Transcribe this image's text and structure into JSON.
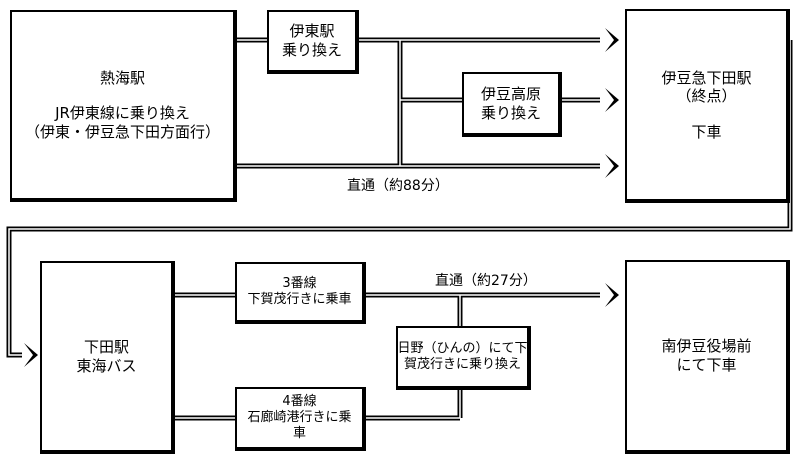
{
  "colors": {
    "line": "#000000",
    "background": "#ffffff"
  },
  "boxes": {
    "atami": {
      "title": "熱海駅",
      "line1": "JR伊東線に乗り換え",
      "line2": "（伊東・伊豆急下田方面行）"
    },
    "ito": {
      "line1": "伊東駅",
      "line2": "乗り換え"
    },
    "izukogen": {
      "line1": "伊豆高原",
      "line2": "乗り換え"
    },
    "izukyu_shimoda": {
      "line1": "伊豆急下田駅",
      "line2": "（終点）",
      "line3": "下車"
    },
    "shimoda_bus": {
      "line1": "下田駅",
      "line2": "東海バス"
    },
    "platform3": {
      "line1": "3番線",
      "line2": "下賀茂行きに乗車"
    },
    "platform4": {
      "line1": "4番線",
      "line2": "石廊崎港行きに乗",
      "line3": "車"
    },
    "hino": {
      "line1": "日野（ひんの）にて下",
      "line2": "賀茂行きに乗り換え"
    },
    "minami_izu": {
      "line1": "南伊豆役場前",
      "line2": "にて下車"
    }
  },
  "labels": {
    "direct_88": "直通（約88分）",
    "direct_27": "直通（約27分）"
  }
}
